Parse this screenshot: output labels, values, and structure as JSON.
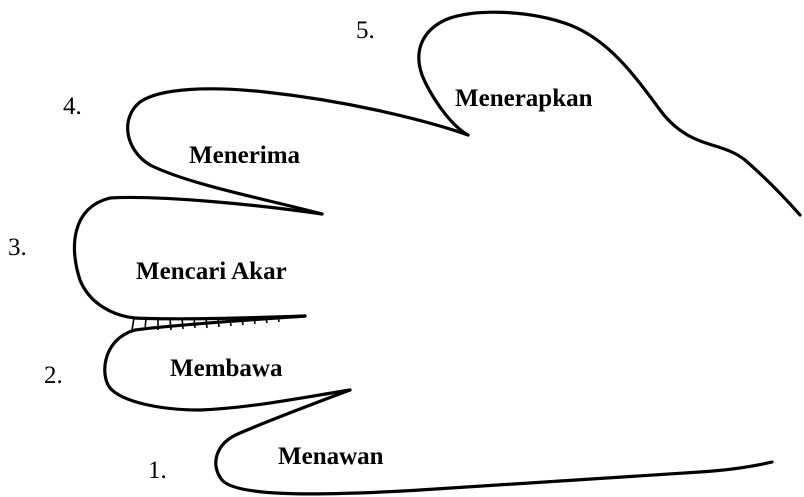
{
  "fingers": [
    {
      "number": "1.",
      "label": "Menawan"
    },
    {
      "number": "2.",
      "label": "Membawa"
    },
    {
      "number": "3.",
      "label": "Mencari Akar"
    },
    {
      "number": "4.",
      "label": "Menerima"
    },
    {
      "number": "5.",
      "label": "Menerapkan"
    }
  ],
  "colors": {
    "stroke": "#000000",
    "background": "#ffffff"
  }
}
